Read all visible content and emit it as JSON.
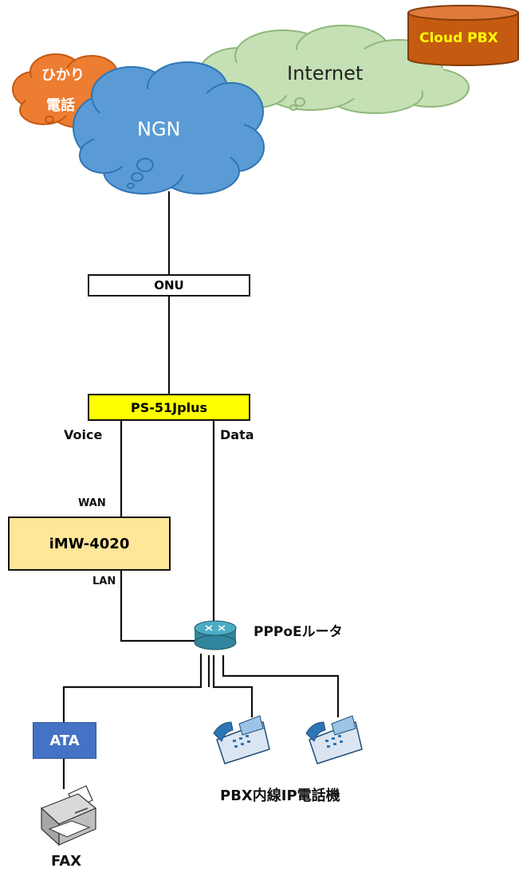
{
  "clouds": {
    "hikari_line1": "ひかり",
    "hikari_line2": "電話",
    "ngn": "NGN",
    "internet": "Internet",
    "cloud_pbx": "Cloud PBX"
  },
  "devices": {
    "onu": "ONU",
    "ps51": "PS-51Jplus",
    "imw": "iMW-4020",
    "ata": "ATA"
  },
  "ports": {
    "voice": "Voice",
    "data": "Data",
    "wan": "WAN",
    "lan": "LAN"
  },
  "labels": {
    "router": "PPPoEルータ",
    "phones": "PBX内線IP電話機",
    "fax": "FAX"
  },
  "colors": {
    "hikari": "#ed7d31",
    "ngn": "#5b9bd5",
    "internet": "#c5e0b4",
    "cloud_pbx": "#c55a11",
    "ps51": "#ffff00",
    "imw": "#ffe699",
    "ata": "#4472c4",
    "router": "#31859c"
  }
}
